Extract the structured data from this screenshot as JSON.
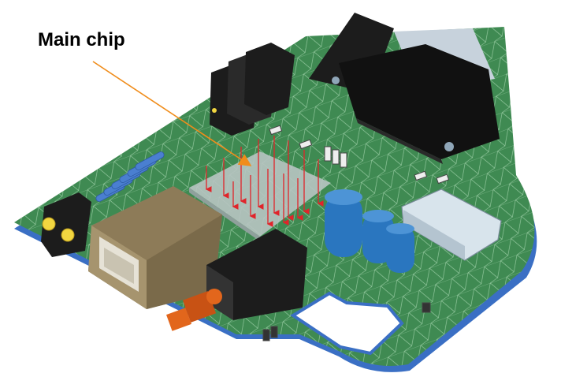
{
  "callout": {
    "label": "Main chip"
  },
  "colors": {
    "board_green": "#3f8a52",
    "board_edge_blue": "#3a6fc4",
    "mesh_line": "#9ed0a8",
    "arrow_red": "#e0242a",
    "callout_orange": "#f08c1a",
    "chip_gray": "#b8c4c2",
    "connector_black": "#1c1c1c",
    "rj45_tan": "#8d7b58",
    "cap_blue": "#2a76bf",
    "crystal_silver": "#d8e4ec",
    "led_yellow": "#f2d640",
    "resistor_blue": "#4a7fd0",
    "pot_orange": "#e2661c"
  },
  "icons": {
    "callout_arrow": "arrow-line",
    "heat_arrows": "down-arrow-grid"
  }
}
